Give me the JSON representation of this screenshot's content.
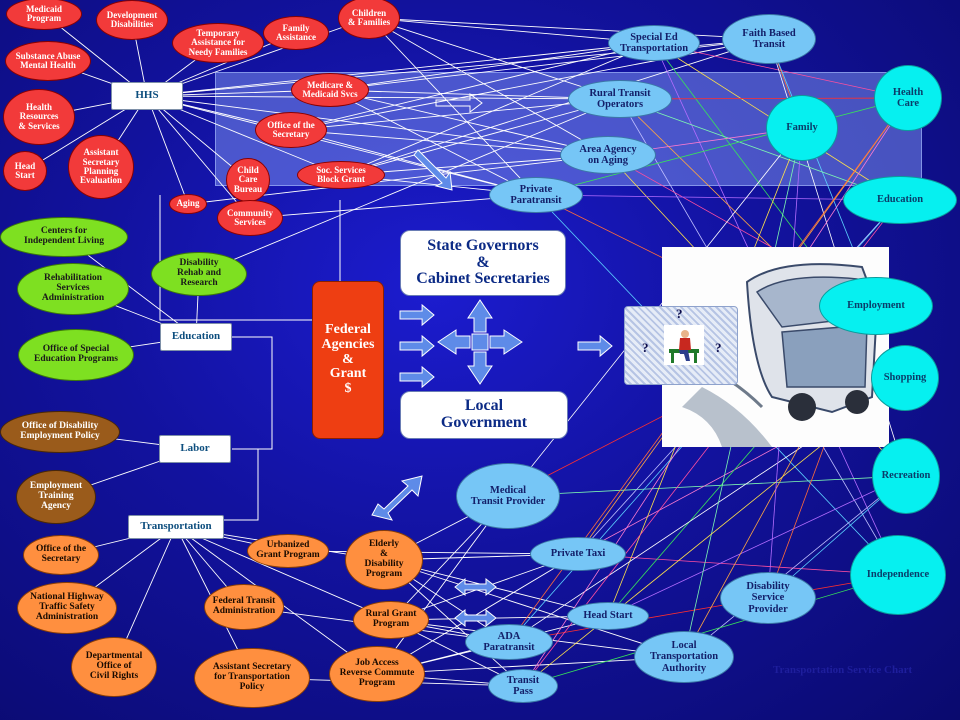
{
  "center": {
    "state_title": "State Governors\n&\nCabinet Secretaries",
    "federal_title": "Federal\nAgencies\n&\nGrant\n$",
    "local_title": "Local\nGovernment"
  },
  "hubs": {
    "hhs": "HHS",
    "education": "Education",
    "labor": "Labor",
    "transportation": "Transportation"
  },
  "hhs_agencies": [
    "Medicaid\nProgram",
    "Development\nDisabilities",
    "Temporary\nAssistance for\nNeedy Families",
    "Family\nAssistance",
    "Children\n& Families",
    "Substance Abuse\nMental Health",
    "Health\nResources\n& Services",
    "Head\nStart",
    "Assistant\nSecretary\nPlanning\nEvaluation",
    "Medicare &\nMedicaid Svcs",
    "Office of the\nSecretary",
    "Child\nCare\nBureau",
    "Soc. Services\nBlock Grant",
    "Aging",
    "Community\nServices"
  ],
  "education_agencies": [
    "Centers for\nIndependent Living",
    "Rehabilitation\nServices\nAdministration",
    "Disability\nRehab and\nResearch",
    "Office of Special\nEducation Programs"
  ],
  "labor_agencies": [
    "Office of Disability\nEmployment Policy",
    "Employment\nTraining\nAgency"
  ],
  "transportation_agencies": [
    "Office of the\nSecretary",
    "National Highway\nTraffic Safety\nAdministration",
    "Departmental\nOffice of\nCivil Rights",
    "Urbanized\nGrant Program",
    "Federal Transit\nAdministration",
    "Assistant Secretary\nfor Transportation\nPolicy",
    "Elderly\n&\nDisability\nProgram",
    "Rural Grant\nProgram",
    "Job Access\nReverse Commute\nProgram"
  ],
  "providers": [
    "Special Ed\nTransportation",
    "Faith Based\nTransit",
    "Rural Transit\nOperators",
    "Area Agency\non Aging",
    "Private\nParatransit",
    "Medical\nTransit Provider",
    "Private Taxi",
    "Head Start",
    "ADA\nParatransit",
    "Local\nTransportation\nAuthority",
    "Transit\nPass",
    "Disability\nService\nProvider"
  ],
  "destinations": [
    "Health\nCare",
    "Family",
    "Education",
    "Employment",
    "Shopping",
    "Recreation",
    "Independence"
  ],
  "rider_marks": [
    "?",
    "?",
    "?"
  ],
  "footer": "Transportation Service Chart",
  "colors": {
    "background": "#1414a8",
    "hhs_node": "#f23a3a",
    "education_node": "#7ee021",
    "labor_node": "#9a5b1b",
    "transportation_node": "#ff8f3f",
    "provider_node": "#76c6f6",
    "destination_node": "#06f0f0",
    "federal_box": "#ee3e12"
  }
}
